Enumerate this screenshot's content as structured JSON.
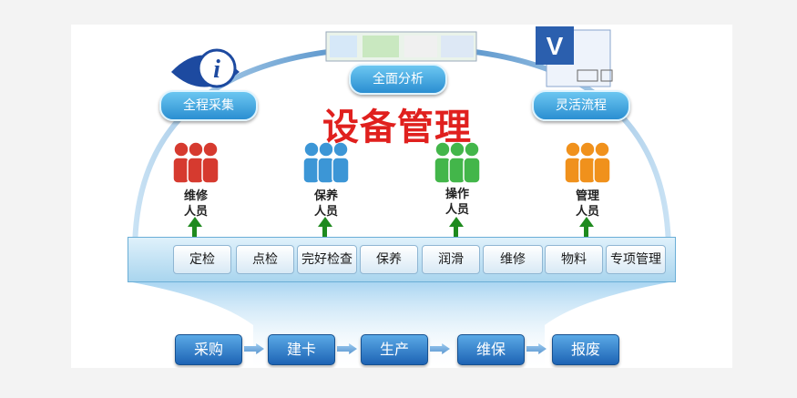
{
  "title": "设备管理",
  "top_pills": [
    {
      "label": "全程采集"
    },
    {
      "label": "全面分析"
    },
    {
      "label": "灵活流程"
    }
  ],
  "people": [
    {
      "label": "维修\n人员",
      "color": "#d63a2f"
    },
    {
      "label": "保养\n人员",
      "color": "#3c96d6"
    },
    {
      "label": "操作\n人员",
      "color": "#43b64a"
    },
    {
      "label": "管理\n人员",
      "color": "#f0911c"
    }
  ],
  "bar_items": [
    "定检",
    "点检",
    "完好检查",
    "保养",
    "润滑",
    "维修",
    "物料",
    "专项管理"
  ],
  "flow": [
    "采购",
    "建卡",
    "生产",
    "维保",
    "报废"
  ],
  "icons": [
    "eye-i-icon",
    "screenshot-thumbnail",
    "visio-icon",
    "people-group-icon",
    "info-i-icon"
  ]
}
